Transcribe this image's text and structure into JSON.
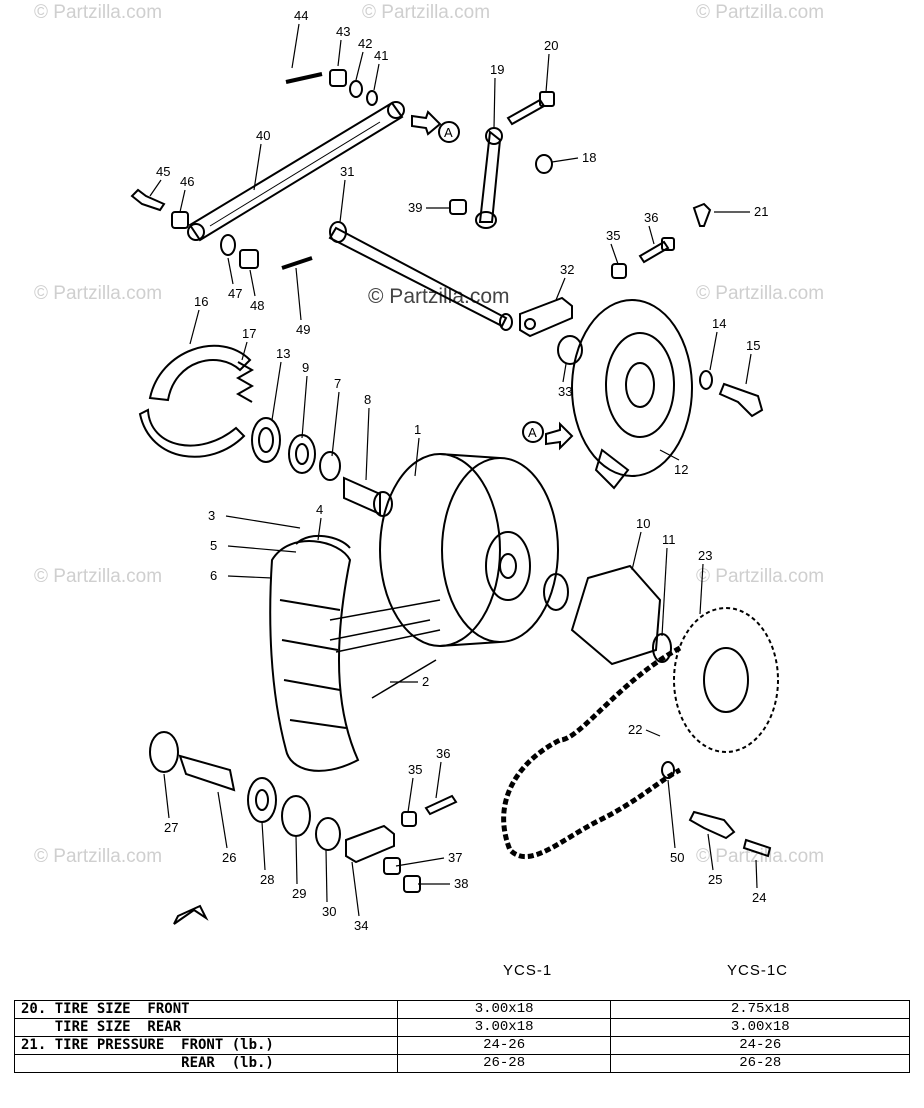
{
  "watermark": "© Partzilla.com",
  "part_callouts": [
    "1",
    "2",
    "3",
    "4",
    "5",
    "6",
    "7",
    "8",
    "9",
    "10",
    "11",
    "12",
    "13",
    "14",
    "15",
    "16",
    "17",
    "18",
    "19",
    "20",
    "21",
    "22",
    "23",
    "24",
    "25",
    "26",
    "27",
    "28",
    "29",
    "30",
    "31",
    "32",
    "33",
    "34",
    "35",
    "36",
    "37",
    "38",
    "39",
    "40",
    "41",
    "42",
    "43",
    "44",
    "45",
    "46",
    "47",
    "48",
    "49",
    "50",
    "A"
  ],
  "table": {
    "columns": [
      "YCS-1",
      "YCS-1C"
    ],
    "rows": [
      {
        "label": "20. TIRE SIZE  FRONT",
        "v1": "3.00x18",
        "v2": "2.75x18"
      },
      {
        "label": "    TIRE SIZE  REAR",
        "v1": "3.00x18",
        "v2": "3.00x18"
      },
      {
        "label": "21. TIRE PRESSURE  FRONT (lb.)",
        "v1": "24-26",
        "v2": "24-26"
      },
      {
        "label": "                   REAR  (lb.)",
        "v1": "26-28",
        "v2": "26-28"
      }
    ]
  }
}
